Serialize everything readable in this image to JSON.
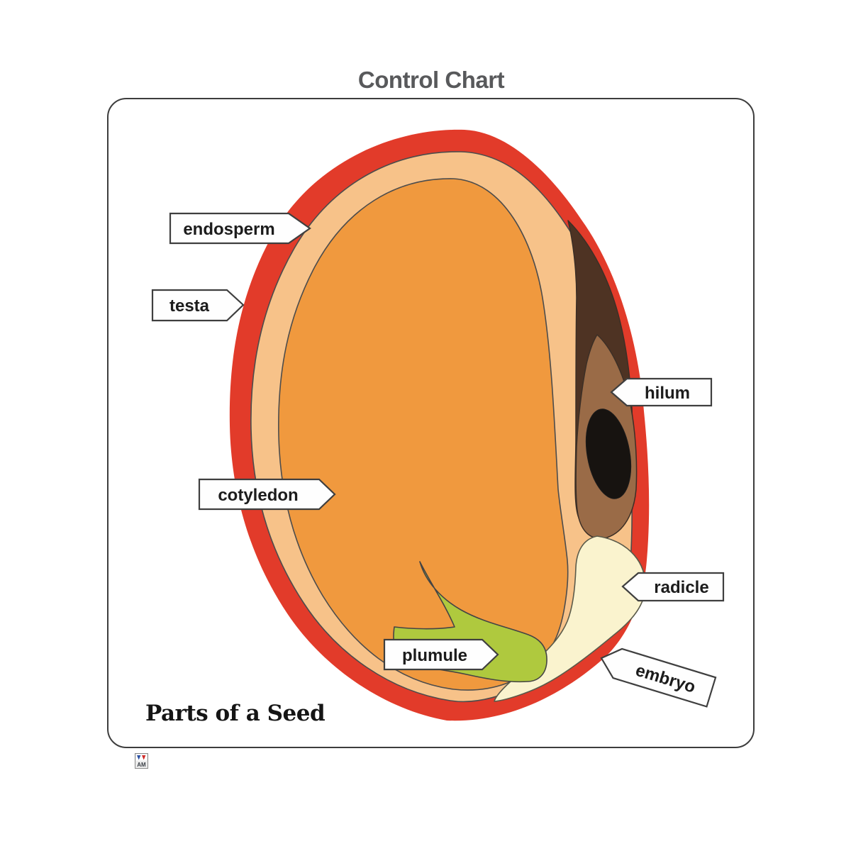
{
  "title": "Control Chart",
  "footer": {
    "caption": "Parts of a Seed",
    "logo_text": "AM"
  },
  "diagram": {
    "labels": {
      "endosperm": "endosperm",
      "testa": "testa",
      "hilum": "hilum",
      "cotyledon": "cotyledon",
      "radicle": "radicle",
      "embryo": "embryo",
      "plumule": "plumule"
    },
    "colors": {
      "testa_red": "#E23B2A",
      "endosperm_peach": "#F7C289",
      "cotyledon_orange": "#F0993E",
      "hilum_dark_brown": "#4E3323",
      "hilum_brown": "#9A6B47",
      "hilum_black": "#171310",
      "embryo_cream": "#FAF3CE",
      "plumule_green": "#AFC93E",
      "title_gray": "#58595B",
      "label_border": "#3F3F3F"
    }
  }
}
